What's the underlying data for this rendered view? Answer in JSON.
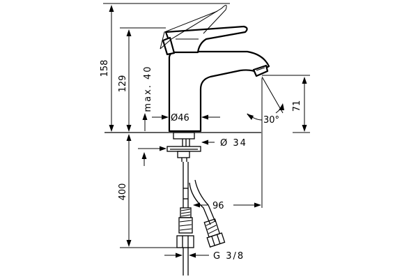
{
  "dimensions": {
    "total_height": "158",
    "spout_height": "129",
    "max_thickness": "max. 40",
    "body_diameter": "Ø46",
    "tail_diameter": "Ø 34",
    "angle": "30°",
    "outlet_height": "71",
    "hose_length": "400",
    "projection": "96",
    "thread": "G 3/8"
  }
}
